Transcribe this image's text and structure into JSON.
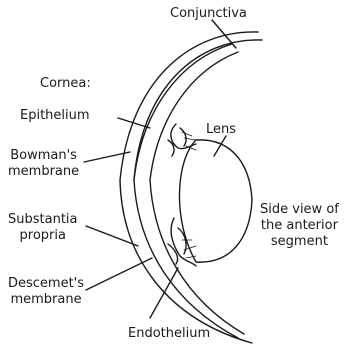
{
  "labels": {
    "conjunctiva": "Conjunctiva",
    "cornea": "Cornea:",
    "epithelium": "Epithelium",
    "bowmans_line1": "Bowman's",
    "bowmans_line2": "membrane",
    "substantia_line1": "Substantia",
    "substantia_line2": "propria",
    "descemets_line1": "Descemet's",
    "descemets_line2": "membrane",
    "endothelium": "Endothelium",
    "lens": "Lens",
    "side_view_line1": "Side view of",
    "side_view_line2": "the anterior",
    "side_view_line3": "segment"
  },
  "colors": {
    "ink": "#1a1a1a",
    "background": "#ffffff"
  }
}
